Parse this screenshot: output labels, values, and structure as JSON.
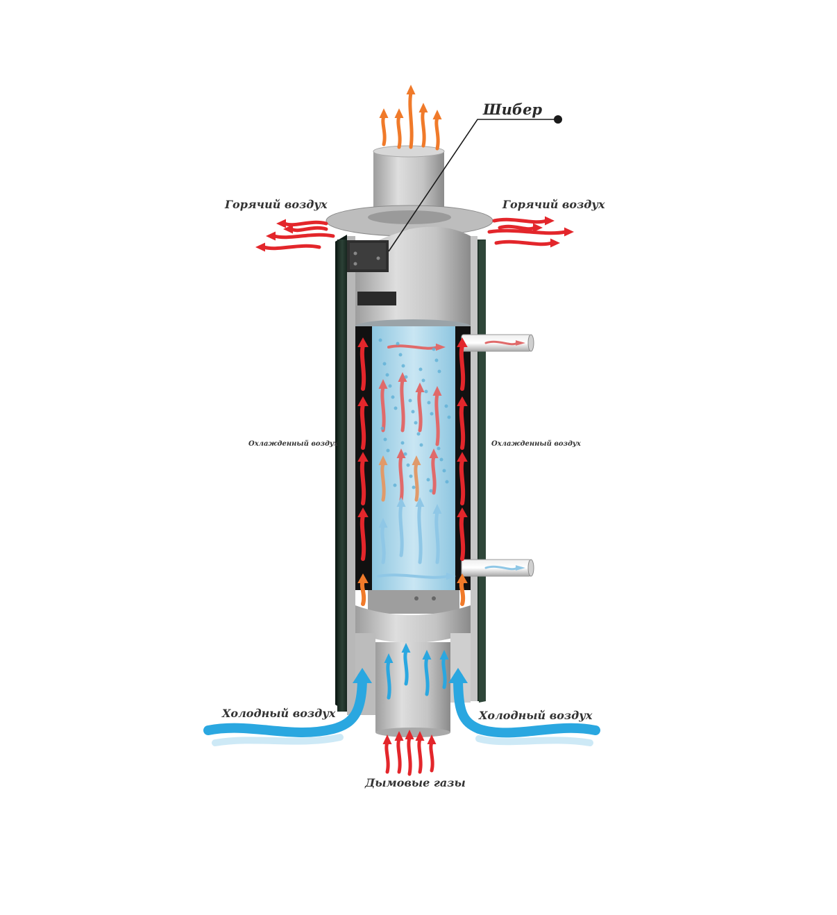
{
  "labels": {
    "damper": "Шибер",
    "hot_air_left": "Горячий воздух",
    "hot_air_right": "Горячий воздух",
    "cooled_air_left": "Охлажденный воздух",
    "cooled_air_right": "Охлажденный воздух",
    "cold_air_left": "Холодный воздух",
    "cold_air_right": "Холодный воздух",
    "flue_gases": "Дымовые газы"
  },
  "colors": {
    "hot_red": "#e3262b",
    "hot_orange": "#f07a2a",
    "cold_blue": "#2aa7e0",
    "light_blue": "#cde9f6",
    "water_blue": "#a9d6ea",
    "steel": "#c9c9c9",
    "steel_dark": "#8f8f8f",
    "stone_green": "#22342c",
    "text": "#333333"
  },
  "icons": [
    "damper-pointer-icon",
    "water-outlet-pipe-icon",
    "water-inlet-pipe-icon"
  ]
}
